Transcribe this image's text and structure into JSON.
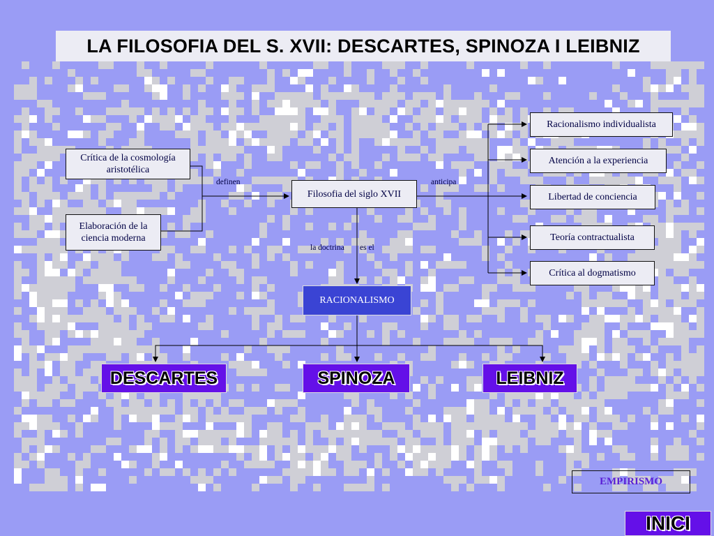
{
  "title": "LA FILOSOFIA DEL S. XVII: DESCARTES, SPINOZA I LEIBNIZ",
  "left_boxes": [
    "Crítica de la cosmología aristotélica",
    "Elaboración de la ciencia moderna"
  ],
  "center_box": "Filosofia del siglo XVII",
  "labels": {
    "definen": "definen",
    "anticipa": "anticipa",
    "la_doctrina": "la doctrina",
    "es_el": "es el"
  },
  "right_boxes": [
    "Racionalismo individualista",
    "Atención a la experiencia",
    "Libertad de conciencia",
    "Teoría contractualista",
    "Crítica al dogmatismo"
  ],
  "racionalismo": "RACIONALISMO",
  "authors": [
    "DESCARTES",
    "SPINOZA",
    "LEIBNIZ"
  ],
  "empirismo": "EMPIRISMO",
  "inici": "INICI",
  "colors": {
    "background": "#9a9cf5",
    "pattern": "#cfcfd6",
    "author_fill": "#6410e8",
    "racionalismo_fill": "#3a44d4"
  }
}
